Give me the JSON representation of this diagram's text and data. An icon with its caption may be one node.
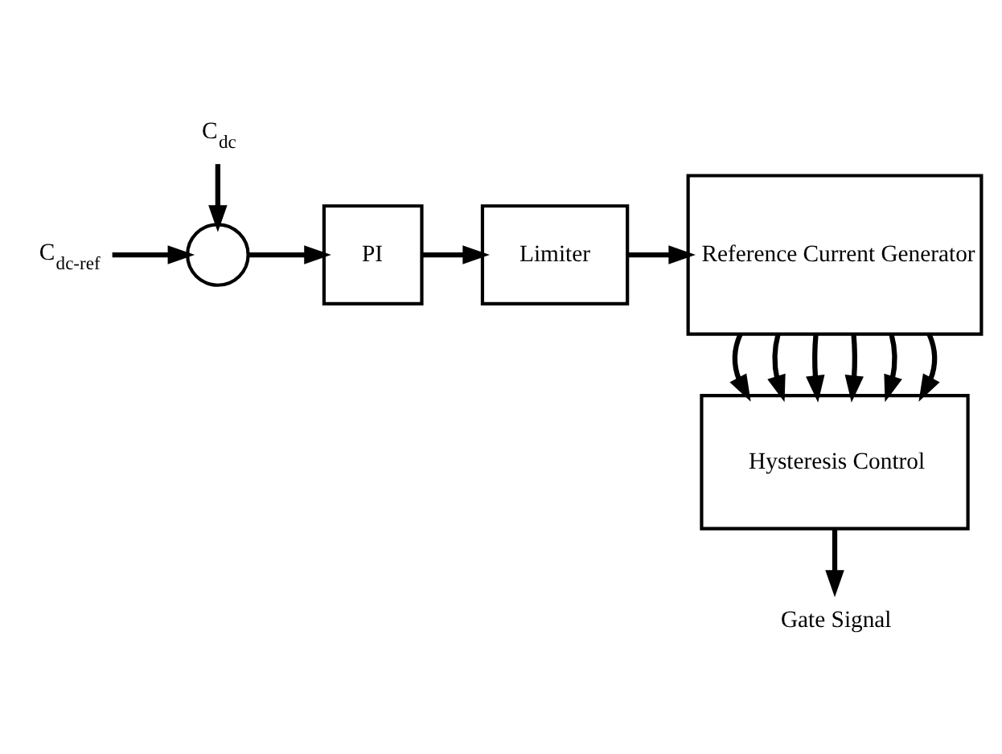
{
  "diagram": {
    "nodes": [
      {
        "text": [
          "C$_{dc-ref}$"
        ]
      },
      {
        "text": [],
        "shape": "circle"
      },
      {
        "text": [
          "PI"
        ]
      },
      {
        "text": [
          "Limiter"
        ]
      },
      {
        "text": [
          "Reference Current Generator"
        ]
      },
      {
        "text": [
          "Hysteresis Control"
        ]
      },
      {
        "text": [
          "Gate Signal"
        ]
      },
      {
        "text": [
          "C$_{dc}$"
        ]
      }
    ],
    "edges": [
      {
        "from": 0,
        "to": 1,
        "arrow": "to"
      },
      {
        "from": 7,
        "to": 1,
        "arrow": "to"
      },
      {
        "from": 1,
        "to": 2,
        "arrow": "to"
      },
      {
        "from": 2,
        "to": 3,
        "arrow": "to"
      },
      {
        "from": 3,
        "to": 4,
        "arrow": "to"
      },
      {
        "from": 4,
        "to": 5,
        "arrow": "to"
      },
      {
        "from": 4,
        "to": 5,
        "arrow": "to"
      },
      {
        "from": 4,
        "to": 5,
        "arrow": "to"
      },
      {
        "from": 4,
        "to": 5,
        "arrow": "to"
      },
      {
        "from": 4,
        "to": 5,
        "arrow": "to"
      },
      {
        "from": 4,
        "to": 5,
        "arrow": "to"
      },
      {
        "from": 5,
        "to": 6,
        "arrow": "to"
      }
    ]
  }
}
